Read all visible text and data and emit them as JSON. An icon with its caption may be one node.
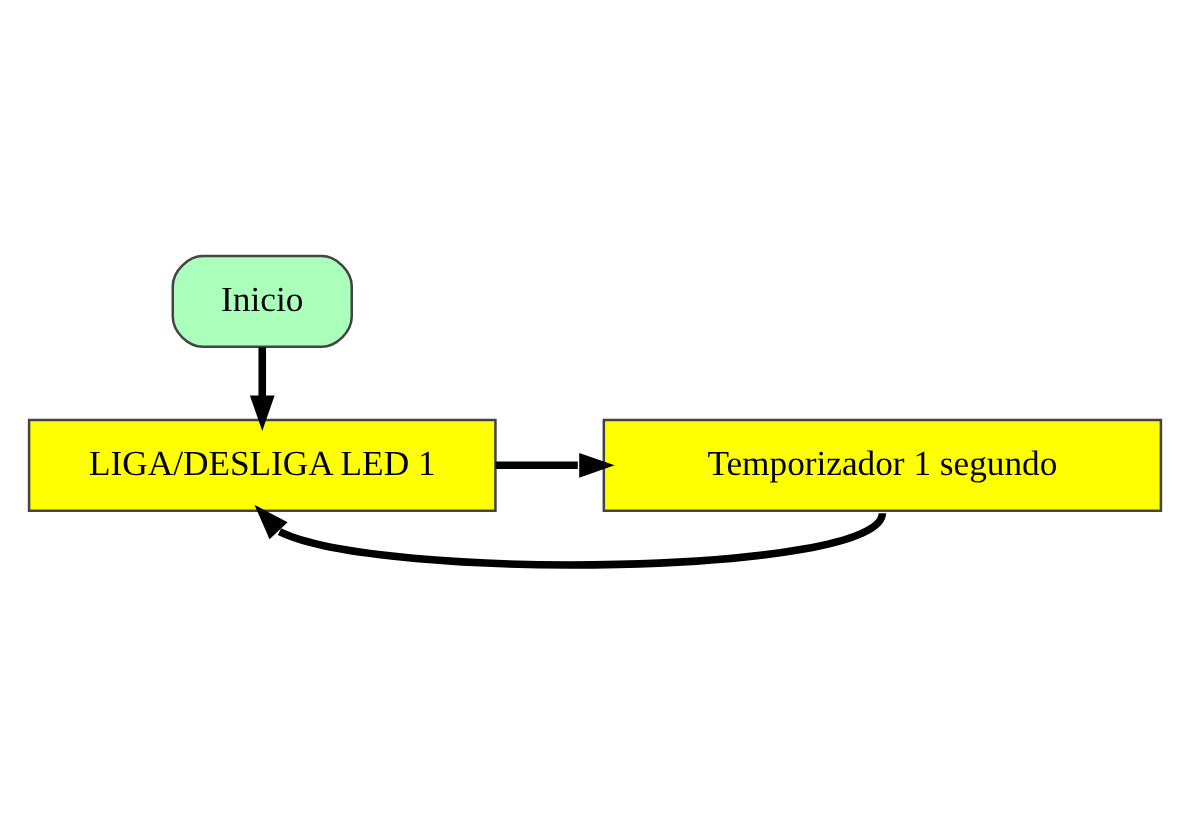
{
  "diagram": {
    "nodes": [
      {
        "text": [
          "Inicio"
        ]
      },
      {
        "text": [
          "LIGA/DESLIGA LED 1"
        ]
      },
      {
        "text": [
          "Temporizador 1 segundo"
        ]
      }
    ],
    "edges": [
      {
        "from": 0,
        "to": 1,
        "arrow": "to"
      },
      {
        "from": 1,
        "to": 2,
        "arrow": "to"
      },
      {
        "from": 2,
        "to": 1,
        "arrow": "to"
      }
    ]
  }
}
